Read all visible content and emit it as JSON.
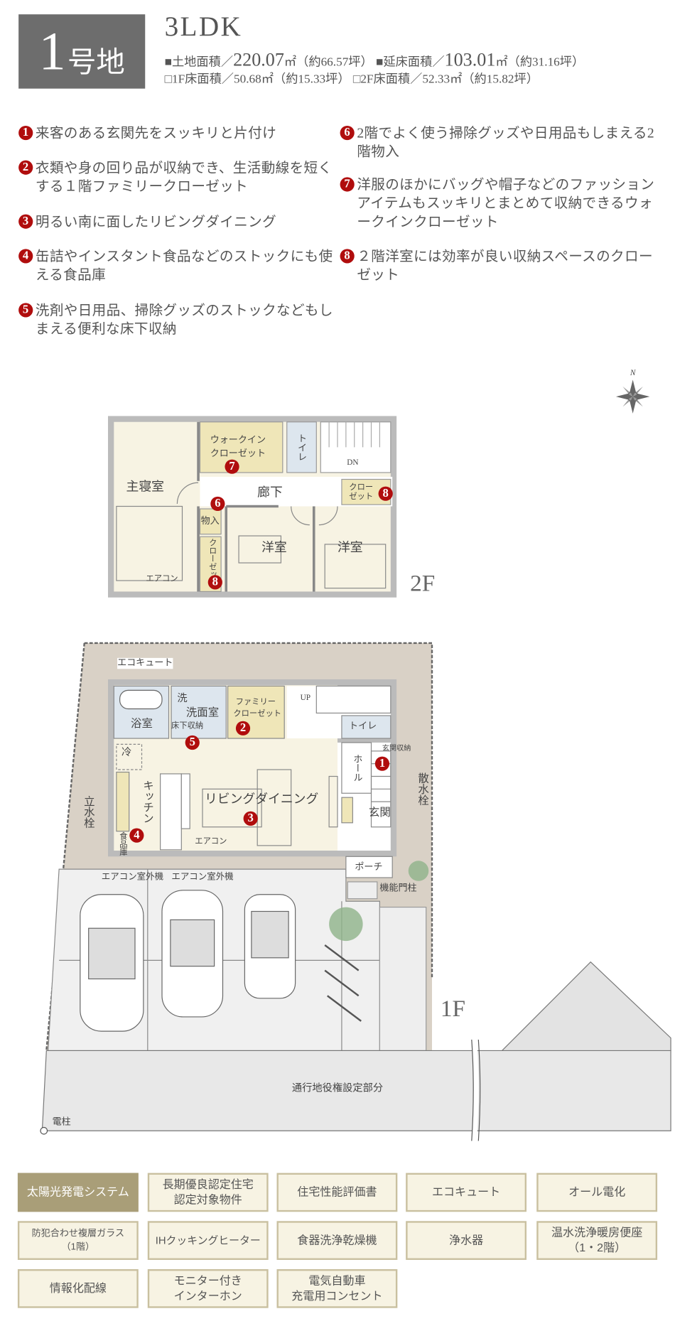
{
  "header": {
    "lot_number": "1",
    "lot_suffix": "号地",
    "layout": "3LDK",
    "land_area_label": "■土地面積／",
    "land_area_value": "220.07",
    "land_area_unit": "㎡（約66.57坪）",
    "total_floor_label": "■延床面積／",
    "total_floor_value": "103.01",
    "total_floor_unit": "㎡（約31.16坪）",
    "floor1_area": "□1F床面積／50.68㎡（約15.33坪）",
    "floor2_area": "□2F床面積／52.33㎡（約15.82坪）"
  },
  "features": [
    {
      "num": "1",
      "text": "来客のある玄関先をスッキリと片付け"
    },
    {
      "num": "2",
      "text": "衣類や身の回り品が収納でき、生活動線を短くする１階ファミリークローゼット"
    },
    {
      "num": "3",
      "text": "明るい南に面したリビングダイニング"
    },
    {
      "num": "4",
      "text": "缶詰やインスタント食品などのストックにも使える食品庫"
    },
    {
      "num": "5",
      "text": "洗剤や日用品、掃除グッズのストックなどもしまえる便利な床下収納"
    },
    {
      "num": "6",
      "text": "2階でよく使う掃除グッズや日用品もしまえる2階物入"
    },
    {
      "num": "7",
      "text": "洋服のほかにバッグや帽子などのファッションアイテムもスッキリとまとめて収納できるウォークインクローゼット"
    },
    {
      "num": "8",
      "text": "２階洋室には効率が良い収納スペースのクローゼット"
    }
  ],
  "compass": {
    "north": "N"
  },
  "floor2": {
    "label": "2F",
    "master_bedroom": "主寝室",
    "wic_line1": "ウォークイン",
    "wic_line2": "クローゼット",
    "toilet": "トイレ",
    "down": "DN",
    "hallway": "廊下",
    "closet_a": "クローゼット",
    "storage": "物入",
    "closet_b": "クローゼット",
    "western_room_1": "洋室",
    "western_room_2": "洋室",
    "aircon": "エアコン"
  },
  "floor1": {
    "label": "1F",
    "ecocute": "エコキュート",
    "washer": "洗",
    "washroom": "洗面室",
    "bathroom": "浴室",
    "underfloor_storage": "床下収納",
    "family_closet_line1": "ファミリー",
    "family_closet_line2": "クローゼット",
    "up": "UP",
    "toilet": "トイレ",
    "entrance_storage": "玄関収納",
    "hall": "ホール",
    "fridge": "冷",
    "kitchen": "キッチン",
    "living_dining": "リビングダイニング",
    "entrance": "玄関",
    "garden_faucet": "散水栓",
    "standing_faucet": "立水栓",
    "pantry": "食品庫",
    "aircon": "エアコン",
    "outdoor_unit_1": "エアコン室外機",
    "outdoor_unit_2": "エアコン室外機",
    "porch": "ポーチ",
    "gate_post": "機能門柱",
    "easement": "通行地役権設定部分",
    "utility_pole": "電柱"
  },
  "equipment": [
    {
      "label": "太陽光発電システム",
      "active": true
    },
    {
      "label": "長期優良認定住宅\n認定対象物件",
      "active": false
    },
    {
      "label": "住宅性能評価書",
      "active": false
    },
    {
      "label": "エコキュート",
      "active": false
    },
    {
      "label": "オール電化",
      "active": false
    },
    {
      "label": "防犯合わせ複層ガラス\n（1階）",
      "active": false
    },
    {
      "label": "IHクッキングヒーター",
      "active": false
    },
    {
      "label": "食器洗浄乾燥機",
      "active": false
    },
    {
      "label": "浄水器",
      "active": false
    },
    {
      "label": "温水洗浄暖房便座\n（1・2階）",
      "active": false
    },
    {
      "label": "情報化配線",
      "active": false
    },
    {
      "label": "モニター付き\nインターホン",
      "active": false
    },
    {
      "label": "電気自動車\n充電用コンセント",
      "active": false
    }
  ],
  "colors": {
    "marker": "#b00d0d",
    "accent_badge": "#a99e78",
    "badge_bg": "#f7f3e3",
    "header_box": "#6d6d6d"
  }
}
